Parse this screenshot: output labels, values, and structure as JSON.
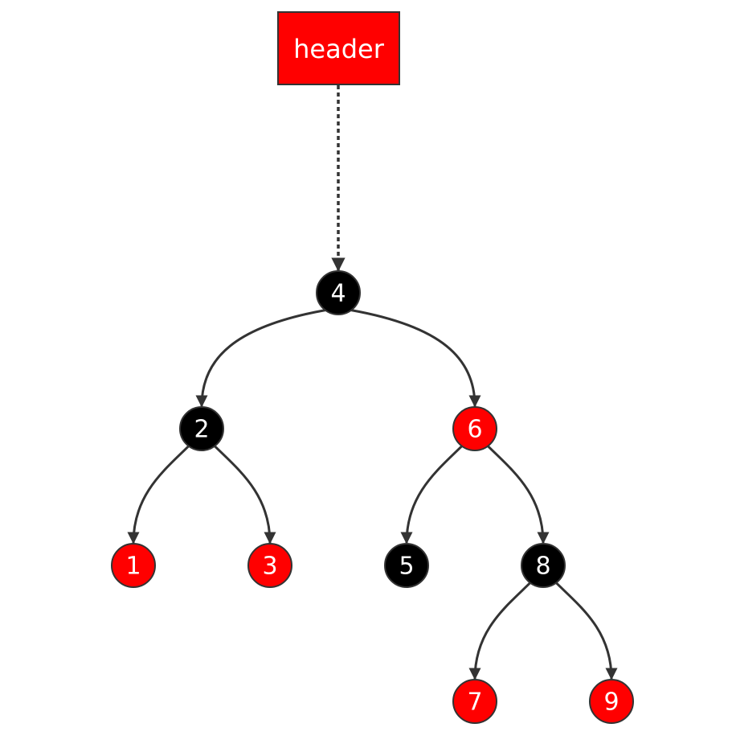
{
  "colors": {
    "red": "#ff0000",
    "black": "#000000",
    "edge": "#333333",
    "label": "#ffffff"
  },
  "header": {
    "label": "header",
    "color": "red",
    "points_to": "4"
  },
  "nodes": [
    {
      "id": "4",
      "label": "4",
      "color": "black"
    },
    {
      "id": "2",
      "label": "2",
      "color": "black"
    },
    {
      "id": "6",
      "label": "6",
      "color": "red"
    },
    {
      "id": "1",
      "label": "1",
      "color": "red"
    },
    {
      "id": "3",
      "label": "3",
      "color": "red"
    },
    {
      "id": "5",
      "label": "5",
      "color": "black"
    },
    {
      "id": "8",
      "label": "8",
      "color": "black"
    },
    {
      "id": "7",
      "label": "7",
      "color": "red"
    },
    {
      "id": "9",
      "label": "9",
      "color": "red"
    }
  ],
  "edges": [
    {
      "from": "4",
      "to": "2"
    },
    {
      "from": "4",
      "to": "6"
    },
    {
      "from": "2",
      "to": "1"
    },
    {
      "from": "2",
      "to": "3"
    },
    {
      "from": "6",
      "to": "5"
    },
    {
      "from": "6",
      "to": "8"
    },
    {
      "from": "8",
      "to": "7"
    },
    {
      "from": "8",
      "to": "9"
    }
  ]
}
